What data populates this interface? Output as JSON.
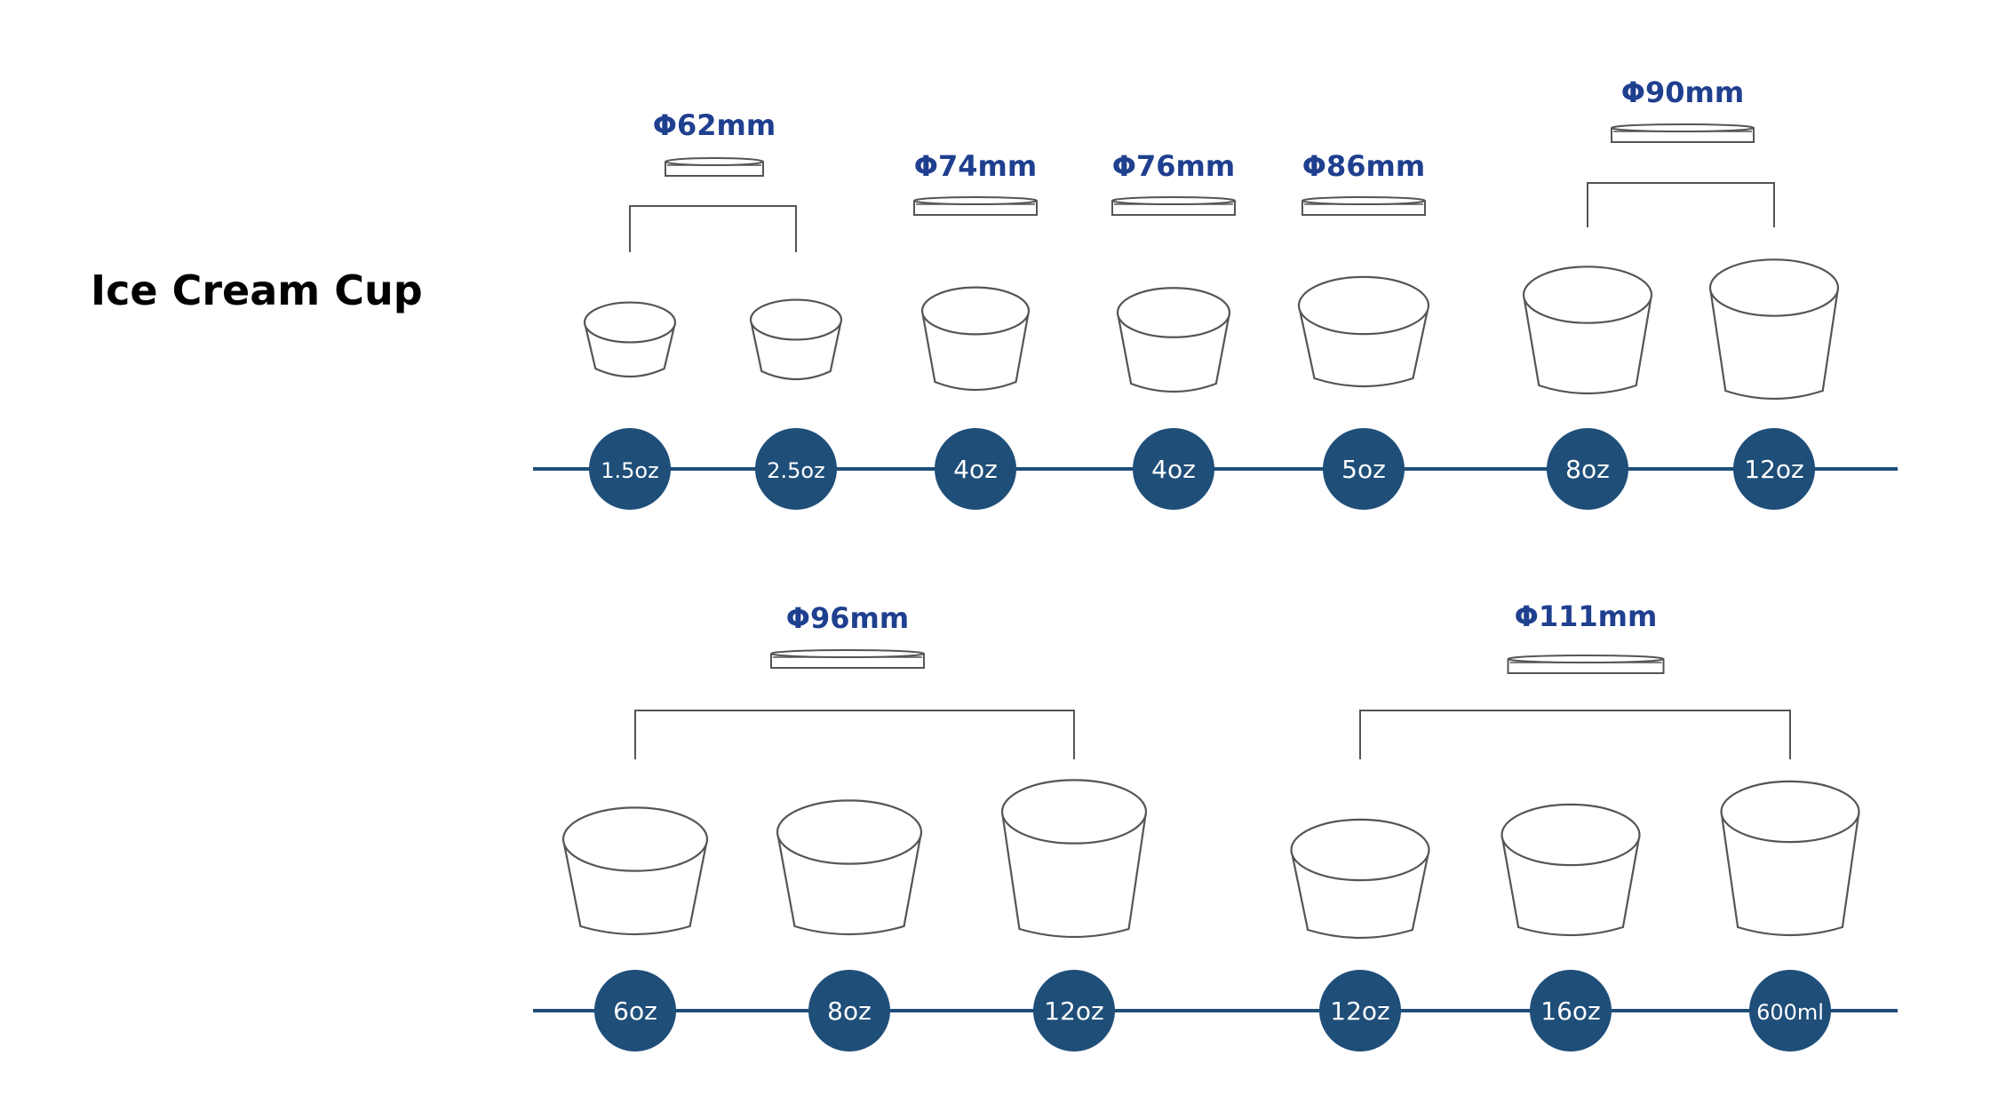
{
  "title": "Ice Cream Cup",
  "colors": {
    "accent": "#1f4e79",
    "label": "#1f3f8f",
    "outline": "#555555"
  },
  "rows": [
    {
      "groups": [
        {
          "diameter": "Φ62mm",
          "cups": [
            {
              "size": "1.5oz"
            },
            {
              "size": "2.5oz"
            }
          ]
        },
        {
          "diameter": "Φ74mm",
          "cups": [
            {
              "size": "4oz"
            }
          ]
        },
        {
          "diameter": "Φ76mm",
          "cups": [
            {
              "size": "4oz"
            }
          ]
        },
        {
          "diameter": "Φ86mm",
          "cups": [
            {
              "size": "5oz"
            }
          ]
        },
        {
          "diameter": "Φ90mm",
          "cups": [
            {
              "size": "8oz"
            },
            {
              "size": "12oz"
            }
          ]
        }
      ]
    },
    {
      "groups": [
        {
          "diameter": "Φ96mm",
          "cups": [
            {
              "size": "6oz"
            },
            {
              "size": "8oz"
            },
            {
              "size": "12oz"
            }
          ]
        },
        {
          "diameter": "Φ111mm",
          "cups": [
            {
              "size": "12oz"
            },
            {
              "size": "16oz"
            },
            {
              "size": "600ml"
            }
          ]
        }
      ]
    }
  ]
}
